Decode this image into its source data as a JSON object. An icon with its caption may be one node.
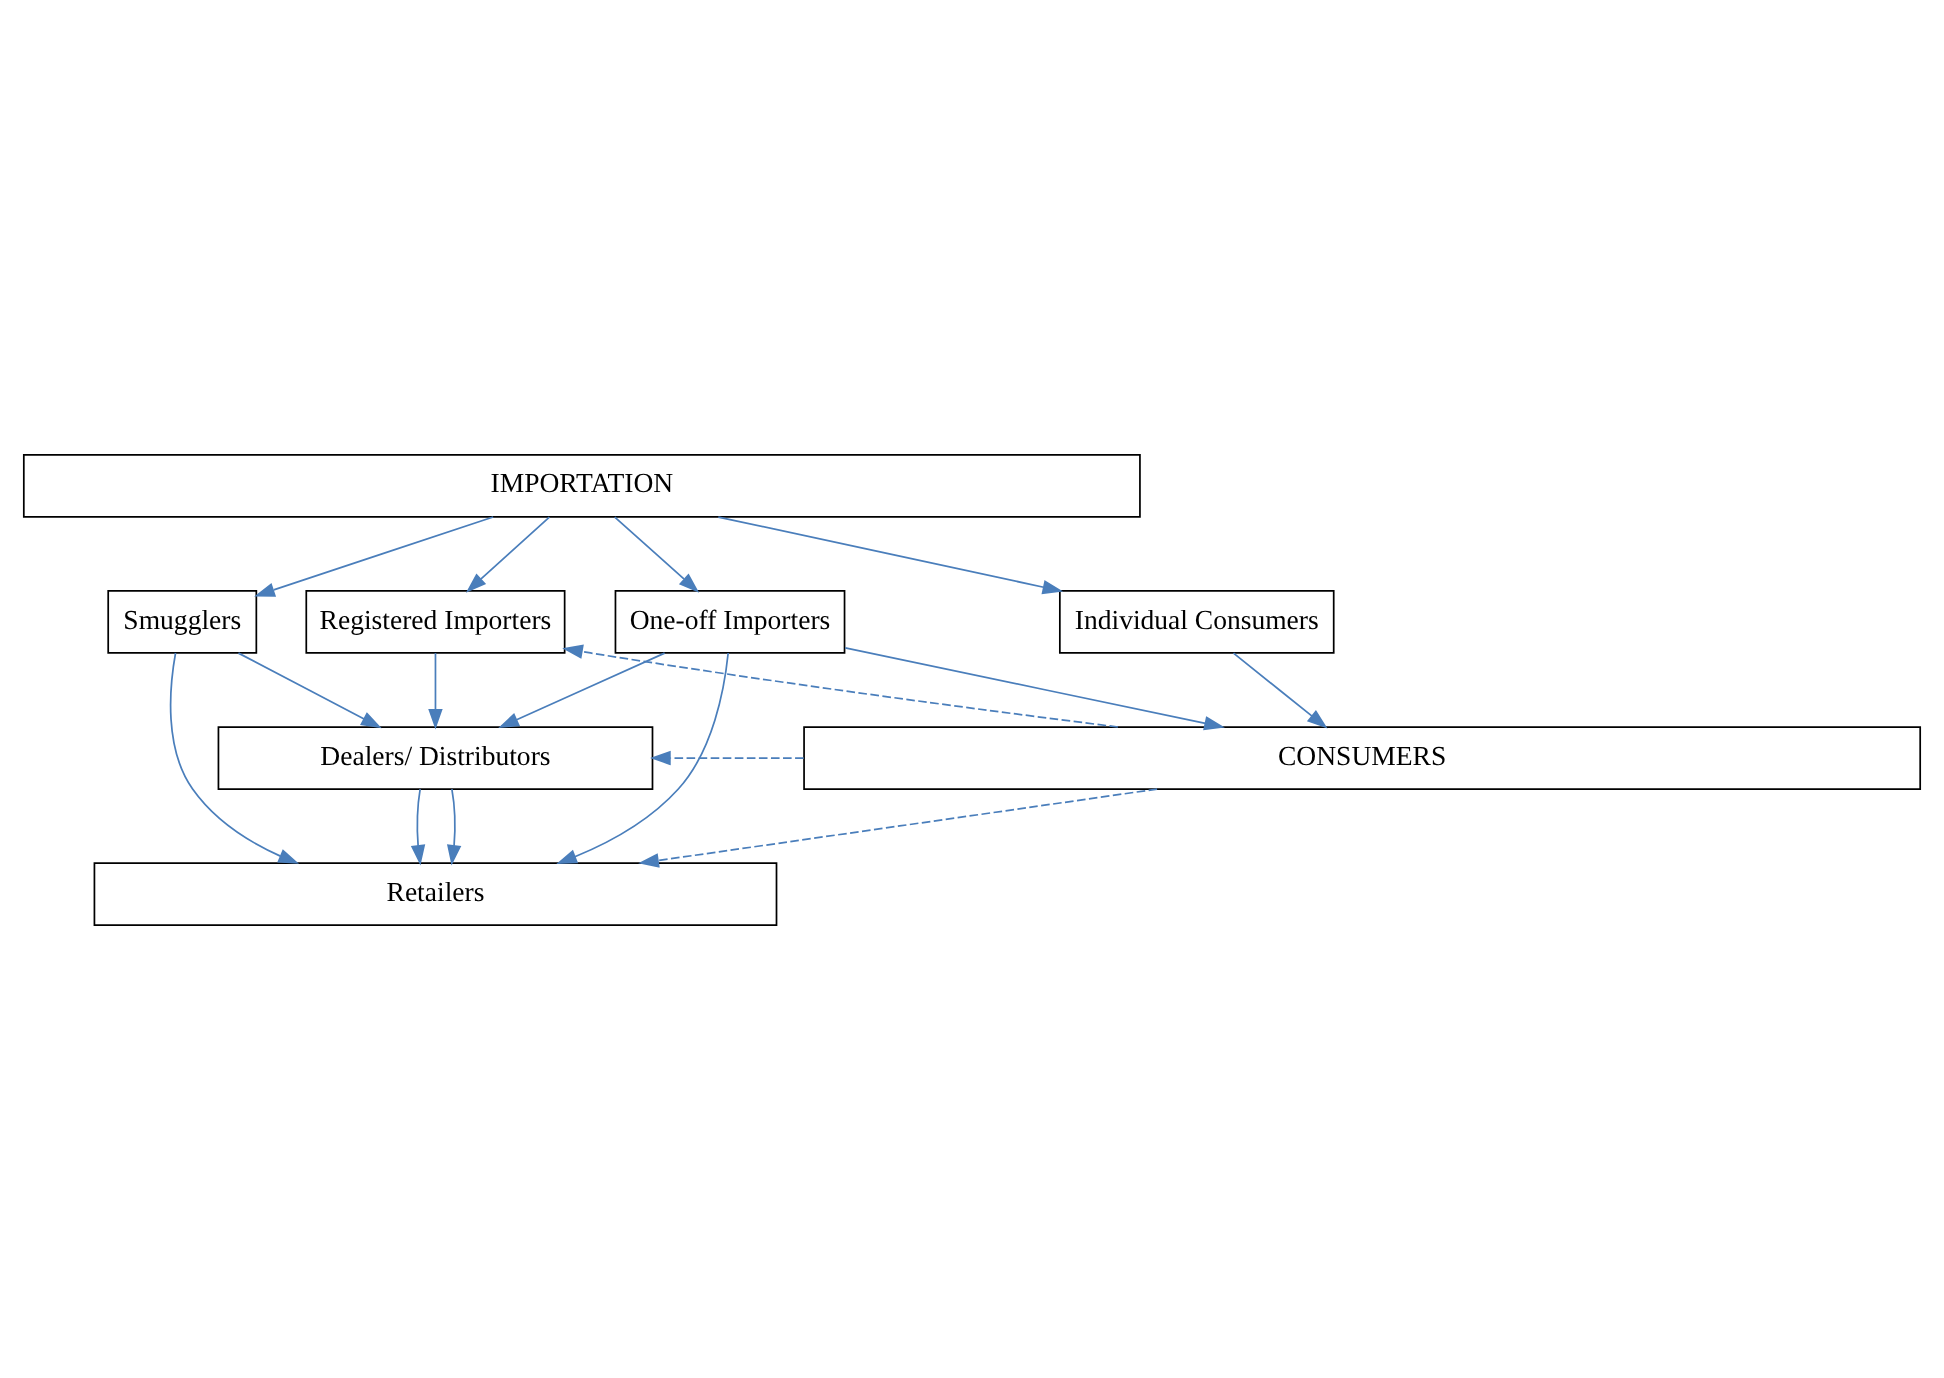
{
  "diagram": {
    "nodes": [
      {
        "text": [
          "IMPORTATION"
        ]
      },
      {
        "text": [
          "Registered Importers"
        ]
      },
      {
        "text": [
          "Smugglers"
        ]
      },
      {
        "text": [
          "One-off Importers"
        ]
      },
      {
        "text": [
          "Individual Consumers"
        ]
      },
      {
        "text": [
          "Dealers/ Distributors"
        ]
      },
      {
        "text": [
          "Retailers"
        ]
      },
      {
        "text": [
          "CONSUMERS"
        ]
      }
    ],
    "edges": [
      {
        "from": 0,
        "to": 1,
        "arrow": "to"
      },
      {
        "from": 0,
        "to": 2,
        "arrow": "to"
      },
      {
        "from": 0,
        "to": 3,
        "arrow": "to"
      },
      {
        "from": 0,
        "to": 4,
        "arrow": "to"
      },
      {
        "from": 1,
        "to": 5,
        "arrow": "to"
      },
      {
        "from": 2,
        "to": 5,
        "arrow": "to"
      },
      {
        "from": 2,
        "to": 6,
        "arrow": "to"
      },
      {
        "from": 3,
        "to": 5,
        "arrow": "to"
      },
      {
        "from": 3,
        "to": 6,
        "arrow": "to"
      },
      {
        "from": 3,
        "to": 7,
        "arrow": "to"
      },
      {
        "from": 4,
        "to": 7,
        "arrow": "to"
      },
      {
        "from": 5,
        "to": 6,
        "arrow": "to"
      },
      {
        "from": 5,
        "to": 6,
        "arrow": "to"
      },
      {
        "from": 7,
        "to": 1,
        "arrow": "to",
        "style": "dashed"
      },
      {
        "from": 7,
        "to": 5,
        "arrow": "to",
        "style": "dashed"
      },
      {
        "from": 7,
        "to": 6,
        "arrow": "to",
        "style": "dashed"
      }
    ]
  }
}
